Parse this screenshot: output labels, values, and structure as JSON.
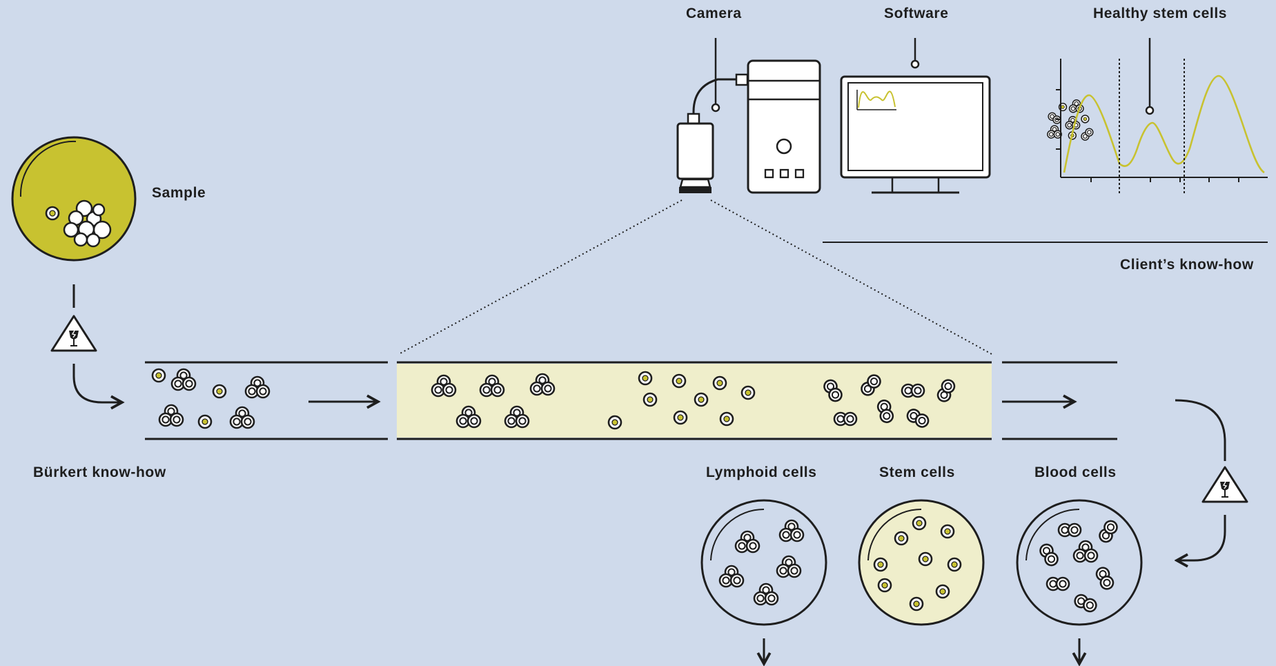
{
  "labels": {
    "camera": "Camera",
    "software": "Software",
    "healthy_stem_cells": "Healthy stem cells",
    "sample": "Sample",
    "clients_know_how": "Client’s know-how",
    "burkert_know_how": "Bürkert know-how",
    "lymphoid_cells": "Lymphoid cells",
    "stem_cells": "Stem cells",
    "blood_cells": "Blood cells"
  },
  "icons": {
    "fragile": "fragile-glass-icon",
    "arrow": "flow-arrow-icon"
  },
  "colors": {
    "background": "#cfdaeb",
    "accent": "#c8c230",
    "channel_highlight": "#efeecb",
    "stroke": "#1e1e1e"
  }
}
